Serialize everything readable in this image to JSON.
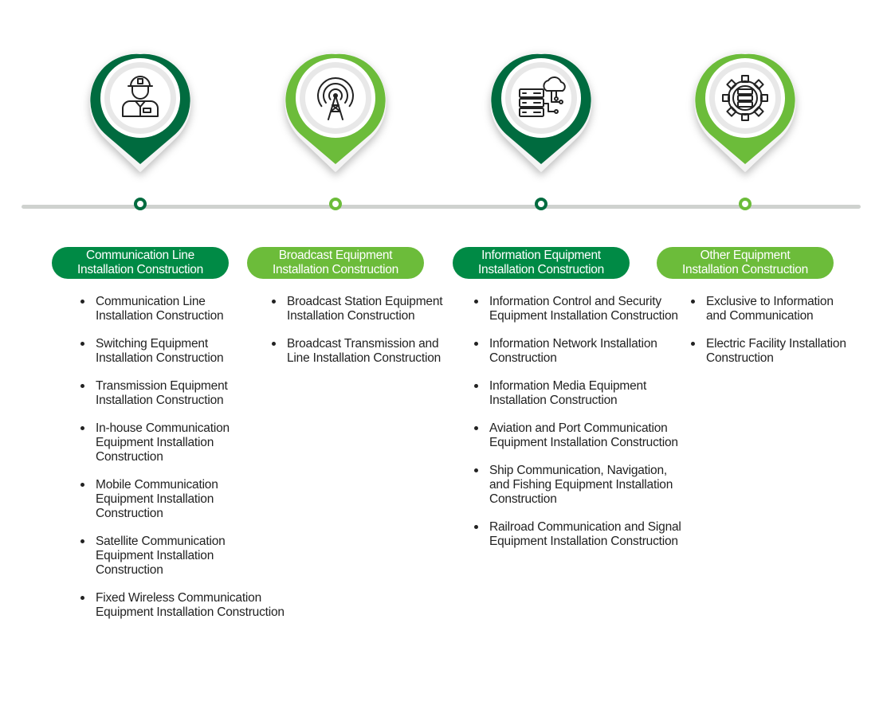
{
  "colors": {
    "dark_green": "#006b3f",
    "light_green": "#6cbc3a",
    "timeline": "#cfd2cf"
  },
  "categories": [
    {
      "theme": "dark",
      "icon": "worker-icon",
      "title_lines": [
        "Communication Line",
        "Installation Construction"
      ],
      "items": [
        [
          "Communication Line",
          "Installation Construction"
        ],
        [
          "Switching Equipment",
          "Installation Construction"
        ],
        [
          "Transmission Equipment",
          "Installation Construction"
        ],
        [
          "In-house Communication",
          "Equipment Installation",
          "Construction"
        ],
        [
          "Mobile Communication",
          "Equipment Installation",
          "Construction"
        ],
        [
          "Satellite Communication",
          "Equipment Installation",
          "Construction"
        ],
        [
          "Fixed Wireless Communication",
          "Equipment Installation Construction"
        ]
      ]
    },
    {
      "theme": "light",
      "icon": "antenna-tower-icon",
      "title_lines": [
        "Broadcast Equipment",
        "Installation Construction"
      ],
      "items": [
        [
          "Broadcast Station Equipment",
          "Installation Construction"
        ],
        [
          "Broadcast Transmission and",
          "Line Installation Construction"
        ]
      ]
    },
    {
      "theme": "dark",
      "icon": "server-cloud-icon",
      "title_lines": [
        "Information Equipment",
        "Installation Construction"
      ],
      "items": [
        [
          "Information Control and Security",
          "Equipment Installation Construction"
        ],
        [
          "Information Network Installation",
          "Construction"
        ],
        [
          "Information Media Equipment",
          "Installation Construction"
        ],
        [
          "Aviation and Port Communication",
          "Equipment Installation Construction"
        ],
        [
          "Ship Communication, Navigation,",
          "and Fishing Equipment Installation",
          "Construction"
        ],
        [
          "Railroad Communication and Signal",
          "Equipment Installation Construction"
        ]
      ]
    },
    {
      "theme": "light",
      "icon": "gear-server-icon",
      "title_lines": [
        "Other Equipment",
        "Installation Construction"
      ],
      "items": [
        [
          "Exclusive to Information",
          "and Communication"
        ],
        [
          "Electric Facility Installation",
          "Construction"
        ]
      ]
    }
  ]
}
